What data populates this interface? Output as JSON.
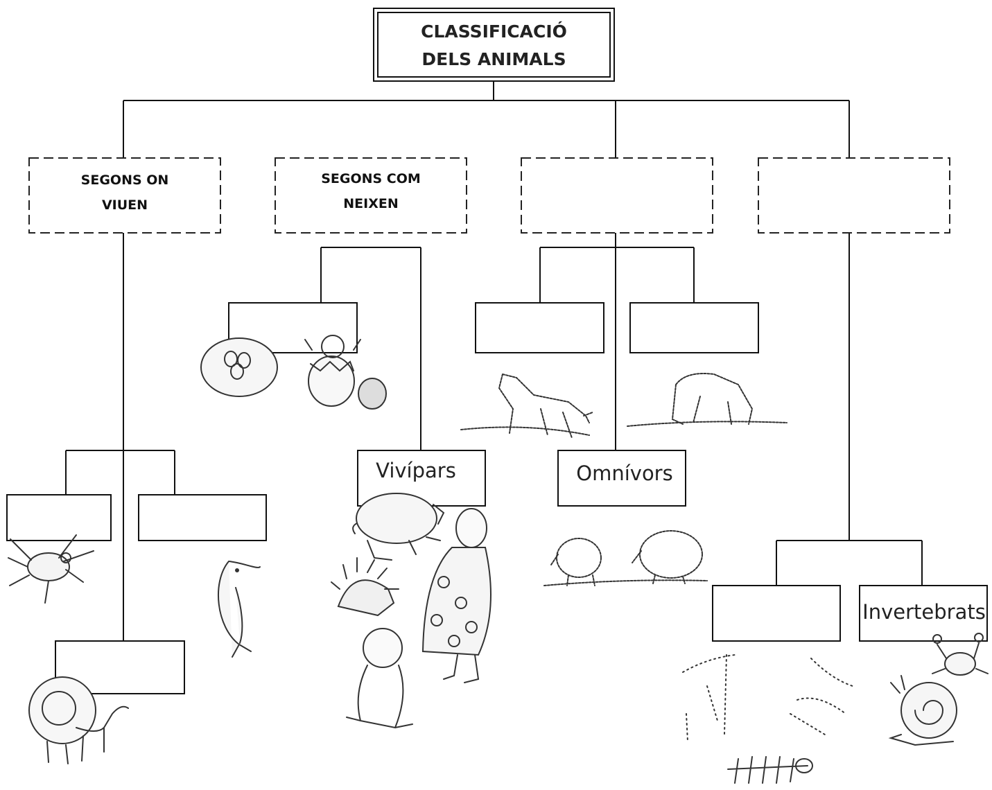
{
  "title": {
    "line1": "CLASSIFICACIÓ",
    "line2": "DELS ANIMALS"
  },
  "categories": [
    {
      "line1": "SEGONS ON",
      "line2": "VIUEN"
    },
    {
      "line1": "SEGONS COM",
      "line2": "NEIXEN"
    },
    {
      "line1": "",
      "line2": ""
    },
    {
      "line1": "",
      "line2": ""
    }
  ],
  "sub_boxes": {
    "habitat_left": "",
    "habitat_right": "",
    "habitat_bottom": "",
    "birth_oviparous": "",
    "birth_viviparous": "Vivípars",
    "diet_left": "",
    "diet_right": "",
    "diet_omnivore": "Omnívors",
    "skeleton_left": "",
    "skeleton_right": "Invertebrats"
  },
  "illustrations": [
    "bird-icon",
    "dolphin-icon",
    "lion-icon",
    "nest-eggs-icon",
    "hatching-chick-icon",
    "pig-piglets-icon",
    "hedgehog-icon",
    "pregnant-woman-icon",
    "baby-icon",
    "wolf-icon",
    "grazing-animal-icon",
    "bears-icon",
    "fish-skeleton-icon",
    "insects-icon",
    "crab-icon",
    "snail-icon"
  ],
  "colors": {
    "line": "#111111",
    "dash": "#222222",
    "sketch": "#333333"
  }
}
